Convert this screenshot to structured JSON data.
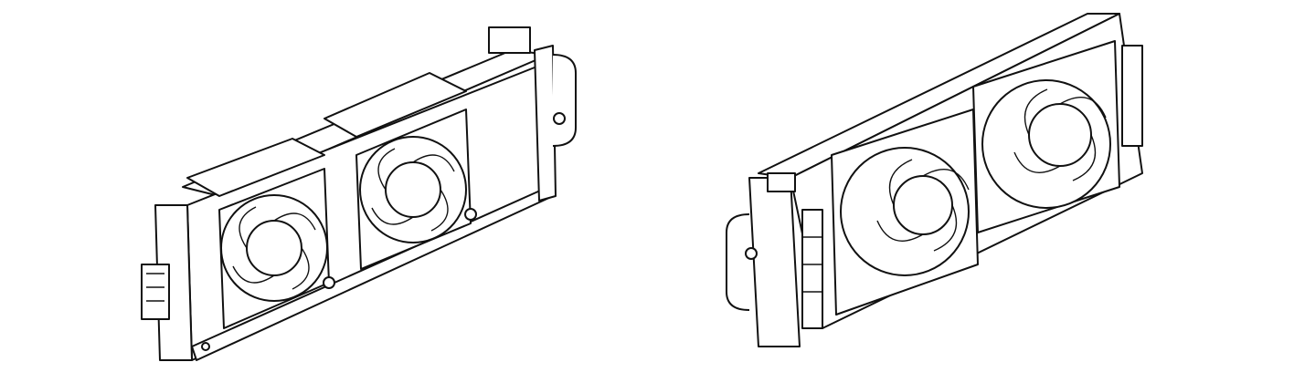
{
  "figure": {
    "modules": [
      {
        "view": "front-left",
        "fans": 2
      },
      {
        "view": "rear-right",
        "fans": 2
      }
    ],
    "line_color": "#111111",
    "background": "#ffffff"
  }
}
